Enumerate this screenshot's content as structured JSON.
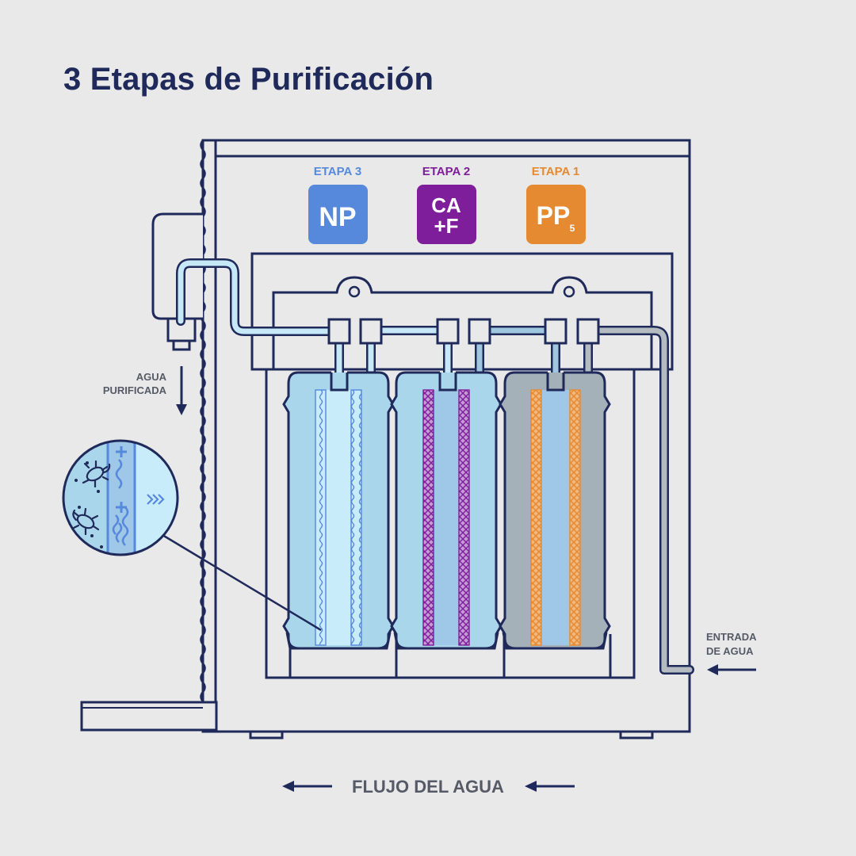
{
  "title": "3 Etapas de Purificación",
  "stages": [
    {
      "label": "ETAPA 3",
      "badge_line1": "NP",
      "badge_line2": "",
      "badge_sub": "",
      "color": "#5689dc",
      "label_color": "#5689dc"
    },
    {
      "label": "ETAPA 2",
      "badge_line1": "CA",
      "badge_line2": "+F",
      "badge_sub": "",
      "color": "#7f1e9a",
      "label_color": "#7f1e9a"
    },
    {
      "label": "ETAPA 1",
      "badge_line1": "PP",
      "badge_line2": "",
      "badge_sub": "5",
      "color": "#e58a31",
      "label_color": "#e58a31"
    }
  ],
  "outlet_label_line1": "AGUA",
  "outlet_label_line2": "PURIFICADA",
  "inlet_label_line1": "ENTRADA",
  "inlet_label_line2": "DE AGUA",
  "flow_label": "FLUJO DEL AGUA",
  "colors": {
    "outline": "#1f2a5a",
    "background": "#e9e9ea",
    "pipe_light": "#c6e8f7",
    "pipe_grey": "#b4bcc2",
    "cartridge": "#a9d6ea",
    "cartridge_grey": "#a5b1b8",
    "core": "#9ec7e8",
    "text_grey": "#555a66"
  },
  "icons": [
    "faucet-icon",
    "arrow-down-icon",
    "arrow-left-icon",
    "bacteria-icon",
    "chevrons-right-icon"
  ]
}
